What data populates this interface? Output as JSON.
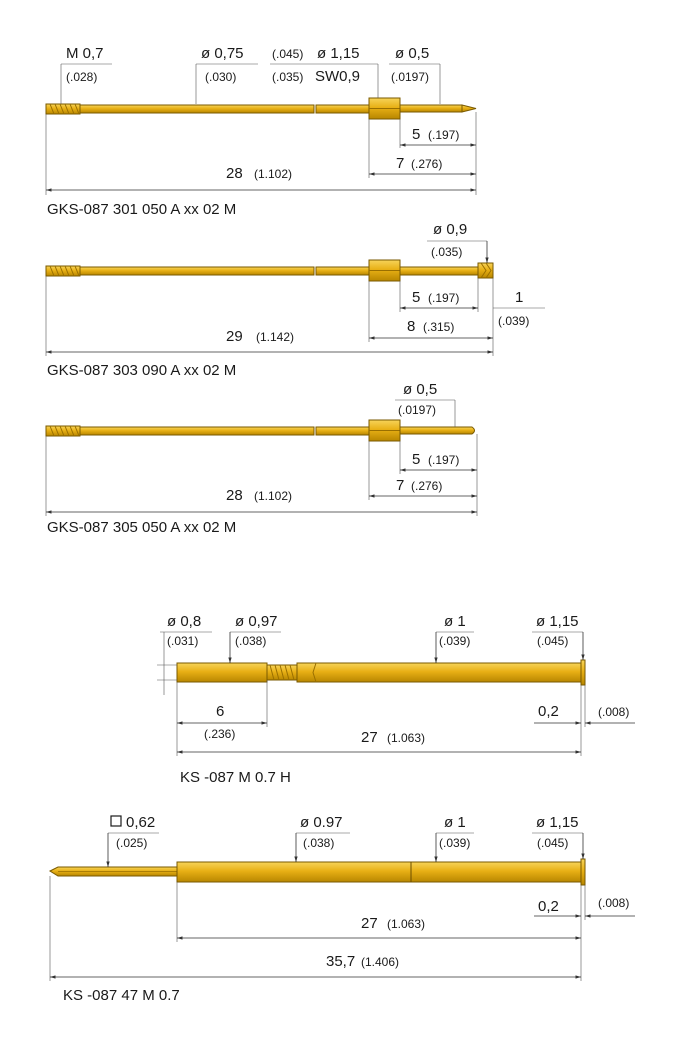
{
  "colors": {
    "gold_fill": "#e8b015",
    "gold_light": "#f7d45a",
    "gold_dark": "#9a6f00",
    "line": "#333333",
    "text": "#1a1a1a"
  },
  "drawing1": {
    "thread": "M 0,7",
    "thread_in": "(.028)",
    "d_body": "ø 0,75",
    "d_body_in": "(.030)",
    "hex_in": "(.045)",
    "hex_d": "ø 1,15",
    "hex_in2": "(.035)",
    "hex_sw": "SW0,9",
    "tip_d": "ø 0,5",
    "tip_d_in": "(.0197)",
    "dim_5": "5",
    "dim_5_in": "(.197)",
    "dim_7": "7",
    "dim_7_in": "(.276)",
    "dim_28": "28",
    "dim_28_in": "(1.102)",
    "caption": "GKS-087 301 050 A xx 02 M"
  },
  "drawing2": {
    "tip_d": "ø 0,9",
    "tip_d_in": "(.035)",
    "dim_5": "5",
    "dim_5_in": "(.197)",
    "dim_1": "1",
    "dim_1_in": "(.039)",
    "dim_8": "8",
    "dim_8_in": "(.315)",
    "dim_29": "29",
    "dim_29_in": "(1.142)",
    "caption": "GKS-087 303 090 A xx 02 M"
  },
  "drawing3": {
    "tip_d": "ø 0,5",
    "tip_d_in": "(.0197)",
    "dim_5": "5",
    "dim_5_in": "(.197)",
    "dim_7": "7",
    "dim_7_in": "(.276)",
    "dim_28": "28",
    "dim_28_in": "(1.102)",
    "caption": "GKS-087 305 050 A xx 02 M"
  },
  "drawing4": {
    "d1": "ø 0,8",
    "d1_in": "(.031)",
    "d2": "ø 0,97",
    "d2_in": "(.038)",
    "d3": "ø 1",
    "d3_in": "(.039)",
    "d4": "ø 1,15",
    "d4_in": "(.045)",
    "dim_6": "6",
    "dim_6_in": "(.236)",
    "dim_02": "0,2",
    "dim_02_in": "(.008)",
    "dim_27": "27",
    "dim_27_in": "(1.063)",
    "caption": "KS -087  M  0.7  H"
  },
  "drawing5": {
    "sq": "0,62",
    "sq_in": "(.025)",
    "d2": "ø 0.97",
    "d2_in": "(.038)",
    "d3": "ø 1",
    "d3_in": "(.039)",
    "d4": "ø 1,15",
    "d4_in": "(.045)",
    "dim_02": "0,2",
    "dim_02_in": "(.008)",
    "dim_27": "27",
    "dim_27_in": "(1.063)",
    "dim_357": "35,7",
    "dim_357_in": "(1.406)",
    "caption": "KS -087  47  M  0.7"
  }
}
